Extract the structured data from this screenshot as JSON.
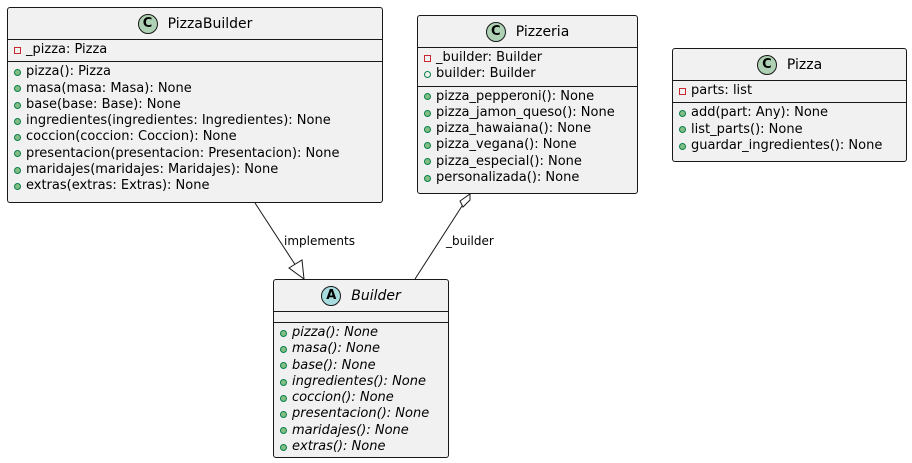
{
  "classes": {
    "pizzabuilder": {
      "stereotype": "C",
      "name": "PizzaBuilder",
      "attributes": [
        {
          "vis": "private",
          "text": "_pizza: Pizza"
        }
      ],
      "methods": [
        {
          "vis": "public",
          "text": "pizza(): Pizza"
        },
        {
          "vis": "public",
          "text": "masa(masa: Masa): None"
        },
        {
          "vis": "public",
          "text": "base(base: Base): None"
        },
        {
          "vis": "public",
          "text": "ingredientes(ingredientes: Ingredientes): None"
        },
        {
          "vis": "public",
          "text": "coccion(coccion: Coccion): None"
        },
        {
          "vis": "public",
          "text": "presentacion(presentacion: Presentacion): None"
        },
        {
          "vis": "public",
          "text": "maridajes(maridajes: Maridajes): None"
        },
        {
          "vis": "public",
          "text": "extras(extras: Extras): None"
        }
      ]
    },
    "pizzeria": {
      "stereotype": "C",
      "name": "Pizzeria",
      "attributes": [
        {
          "vis": "private",
          "text": "_builder: Builder"
        },
        {
          "vis": "public-open",
          "text": "builder: Builder"
        }
      ],
      "methods": [
        {
          "vis": "public",
          "text": "pizza_pepperoni(): None"
        },
        {
          "vis": "public",
          "text": "pizza_jamon_queso(): None"
        },
        {
          "vis": "public",
          "text": "pizza_hawaiana(): None"
        },
        {
          "vis": "public",
          "text": "pizza_vegana(): None"
        },
        {
          "vis": "public",
          "text": "pizza_especial(): None"
        },
        {
          "vis": "public",
          "text": "personalizada(): None"
        }
      ]
    },
    "pizza": {
      "stereotype": "C",
      "name": "Pizza",
      "attributes": [
        {
          "vis": "private",
          "text": "parts: list"
        }
      ],
      "methods": [
        {
          "vis": "public",
          "text": "add(part: Any): None"
        },
        {
          "vis": "public",
          "text": "list_parts(): None"
        },
        {
          "vis": "public",
          "text": "guardar_ingredientes(): None"
        }
      ]
    },
    "builder": {
      "stereotype": "A",
      "name": "Builder",
      "attributes": [],
      "methods": [
        {
          "vis": "public",
          "text": "pizza(): None"
        },
        {
          "vis": "public",
          "text": "masa(): None"
        },
        {
          "vis": "public",
          "text": "base(): None"
        },
        {
          "vis": "public",
          "text": "ingredientes(): None"
        },
        {
          "vis": "public",
          "text": "coccion(): None"
        },
        {
          "vis": "public",
          "text": "presentacion(): None"
        },
        {
          "vis": "public",
          "text": "maridajes(): None"
        },
        {
          "vis": "public",
          "text": "extras(): None"
        }
      ]
    }
  },
  "relations": {
    "implements_label": "implements",
    "aggregation_label": "_builder"
  },
  "colors": {
    "class_badge": "#add1b2",
    "abstract_badge": "#a9dcdf",
    "box_fill": "#f1f1f1",
    "line": "#181818"
  }
}
